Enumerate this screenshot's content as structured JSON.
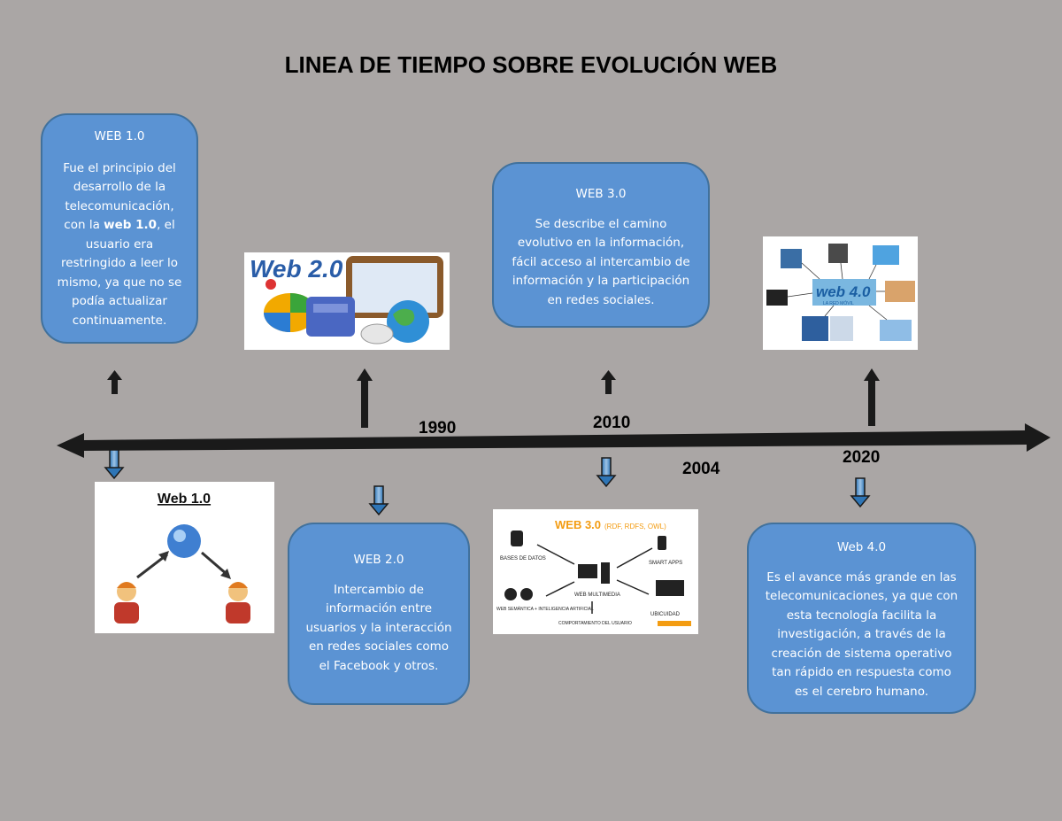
{
  "title": "LINEA DE TIEMPO SOBRE EVOLUCIÓN WEB",
  "years": {
    "y1990": "1990",
    "y2010": "2010",
    "y2004": "2004",
    "y2020": "2020"
  },
  "web1": {
    "head": "WEB 1.0",
    "t1": "Fue el principio del desarrollo de la telecomunicación, con la ",
    "bold": "web 1.0",
    "t2": ", el usuario era restringido a leer lo mismo, ya que no se podía actualizar continuamente."
  },
  "web2": {
    "head": "WEB 2.0",
    "text": "Intercambio de información entre usuarios y la interacción en redes sociales como el Facebook y otros."
  },
  "web3": {
    "head": "WEB 3.0",
    "text": "Se describe el camino evolutivo en la información, fácil acceso al intercambio de información y la participación en redes sociales."
  },
  "web4": {
    "head": "Web 4.0",
    "text": "Es el avance más grande en las telecomunicaciones, ya que con esta tecnología facilita la investigación, a través de la creación de sistema operativo tan rápido en respuesta como es el cerebro humano."
  },
  "img_web1": {
    "label": "Web 1.0"
  },
  "img_web2": {
    "label": "Web 2.0"
  },
  "img_web3": {
    "label": "WEB 3.0",
    "sub": "(RDF, RDFS, OWL)",
    "l1": "BASES DE DATOS",
    "l2": "SMART APPS",
    "l3": "WEB MULTIMEDIA",
    "l4": "WEB SEMÁNTICA + INTELIGENCIA ARTIFICIAL",
    "l5": "COMPORTAMIENTO DEL USUARIO",
    "l6": "UBICUIDAD"
  },
  "img_web4": {
    "label": "web 4.0",
    "sub": "LA RED MÓVIL"
  },
  "colors": {
    "box": "#5b93d3",
    "background": "#aaa6a5",
    "arrow": "#1a1a1a"
  }
}
